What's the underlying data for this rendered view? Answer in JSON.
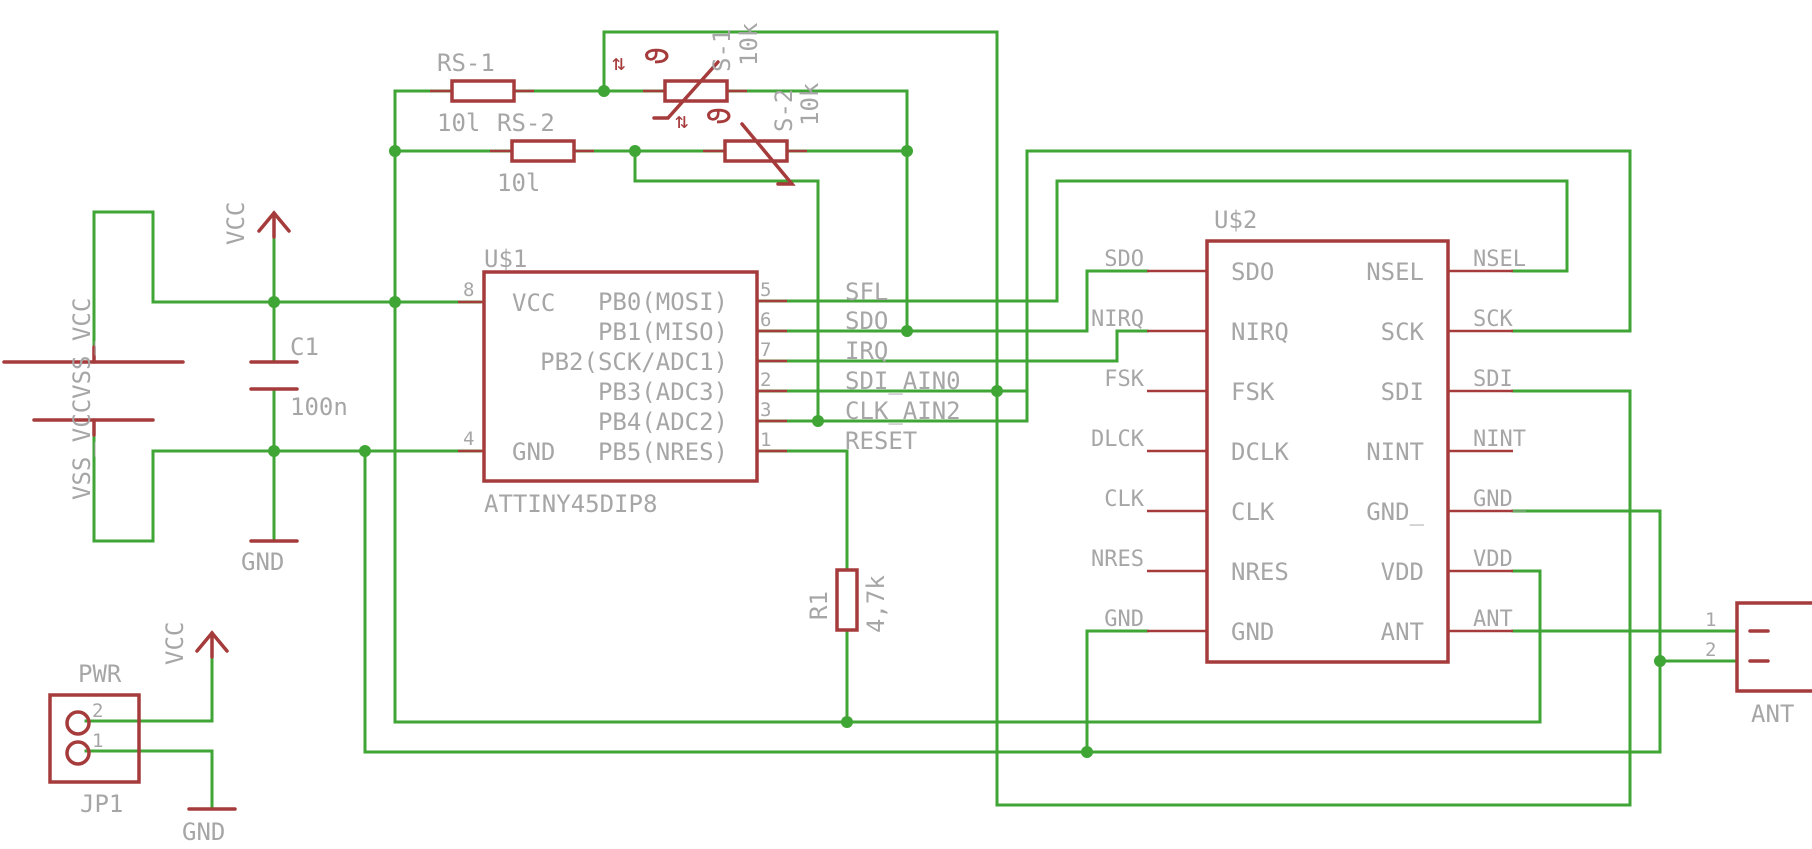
{
  "schematic": {
    "u1": {
      "name": "U$1",
      "value": "ATTINY45DIP8",
      "left_pins": [
        {
          "num": "8",
          "label": "VCC"
        },
        {
          "num": "4",
          "label": "GND"
        }
      ],
      "right_pins": [
        {
          "num": "5",
          "label": "PB0(MOSI)",
          "net": "SFL"
        },
        {
          "num": "6",
          "label": "PB1(MISO)",
          "net": "SDO"
        },
        {
          "num": "7",
          "label": "PB2(SCK/ADC1)",
          "net": "IRQ"
        },
        {
          "num": "2",
          "label": "PB3(ADC3)",
          "net": "SDI_AIN0"
        },
        {
          "num": "3",
          "label": "PB4(ADC2)",
          "net": "CLK_AIN2"
        },
        {
          "num": "1",
          "label": "PB5(NRES)",
          "net": "RESET"
        }
      ]
    },
    "u2": {
      "name": "U$2",
      "left_pins": [
        {
          "label": "SDO",
          "pad": "SDO"
        },
        {
          "label": "NIRQ",
          "pad": "NIRQ"
        },
        {
          "label": "FSK",
          "pad": "FSK"
        },
        {
          "label": "DCLK",
          "pad": "DLCK"
        },
        {
          "label": "CLK",
          "pad": "CLK"
        },
        {
          "label": "NRES",
          "pad": "NRES"
        },
        {
          "label": "GND",
          "pad": "GND"
        }
      ],
      "right_pins": [
        {
          "label": "NSEL",
          "pad": "NSEL"
        },
        {
          "label": "SCK",
          "pad": "SCK"
        },
        {
          "label": "SDI",
          "pad": "SDI"
        },
        {
          "label": "NINT",
          "pad": "NINT"
        },
        {
          "label": "GND_",
          "pad": "GND_"
        },
        {
          "label": "VDD",
          "pad": "VDD"
        },
        {
          "label": "ANT",
          "pad": "ANT"
        }
      ]
    },
    "power": {
      "vcc_top": "VCC",
      "gnd_mid": "GND",
      "vcc_bottom": "VCC",
      "gnd_bottom": "GND"
    },
    "battery": {
      "text": "VSS_VCCVSS_VCC"
    },
    "c1": {
      "name": "C1",
      "value": "100n"
    },
    "r1": {
      "name": "R1",
      "value": "4,7k"
    },
    "rs1": {
      "name": "RS-1",
      "value": "10l"
    },
    "rs2": {
      "name": "RS-2",
      "value": "10l"
    },
    "s1": {
      "name": "S-1",
      "value": "10k"
    },
    "s2": {
      "name": "S-2",
      "value": "10k"
    },
    "jp1": {
      "name": "JP1",
      "value": "PWR",
      "pin1": "1",
      "pin2": "2"
    },
    "ant": {
      "name": "ANT",
      "pin1": "1",
      "pin2": "2"
    },
    "theta": "ϑ",
    "colors": {
      "wire": "#3fa535",
      "part": "#a63b3b",
      "text": "#a6a6a6"
    }
  }
}
